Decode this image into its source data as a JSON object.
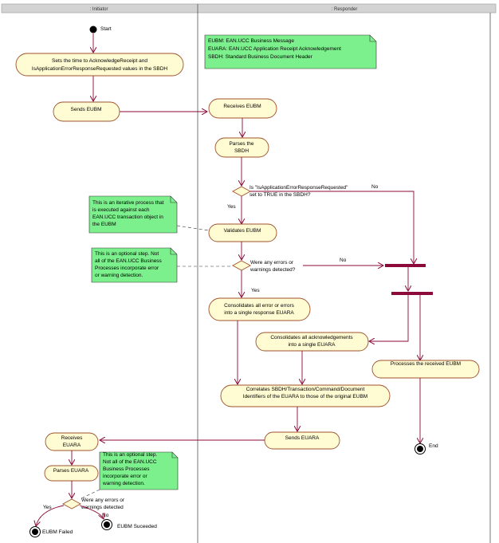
{
  "lanes": {
    "initiator": ": Initiator",
    "responder": ": Responder"
  },
  "start_label": "Start",
  "end_label": "End",
  "activities": {
    "set_time": [
      "Sets the time to AcknowledgeReceipt and",
      "IsApplicationErrorResponseRequested values in the SBDH"
    ],
    "sends_eubm": [
      "Sends EUBM"
    ],
    "receives_eubm": [
      "Receives EUBM"
    ],
    "parses_sbdh": [
      "Parses the",
      "SBDH"
    ],
    "validates_eubm": [
      "Validates EUBM"
    ],
    "consolidates_errors": [
      "Consolidates all error or errors",
      "into a single response EUARA"
    ],
    "consolidates_acks": [
      "Consolidates all acknowledgements",
      "into a single EUARA"
    ],
    "processes_eubm": [
      "Processes the received EUBM"
    ],
    "correlates": [
      "Correlates SBDH/Transaction/Command/Document",
      "Identifiers of the EUARA to those of the original EUBM"
    ],
    "sends_euara": [
      "Sends EUARA"
    ],
    "receives_euara": [
      "Receives",
      "EUARA"
    ],
    "parses_euara": [
      "Parses EUARA"
    ]
  },
  "decisions": {
    "is_app_error": [
      "Is \"IsApplicationErrorResponseRequested\"",
      "set to TRUE in the SBDH?"
    ],
    "errors_detected": [
      "Were any errors or",
      "warnings detected?"
    ],
    "errors_detected_2": [
      "Were any errors or",
      "warnings detected"
    ]
  },
  "guards": {
    "no1": "No",
    "yes1": "Yes",
    "no2": "No",
    "yes2": "Yes",
    "yes3": "Yes",
    "no3": "No"
  },
  "notes": {
    "legend": [
      "EUBM:  EAN.UCC Business Message",
      "EUARA:  EAN.UCC Application Receipt Acknowledgement",
      "SBDH:  Standard Business Document Header"
    ],
    "iterative": [
      "This is an iterative process  that",
      "is executed against each",
      "EAN.UCC transaction object in",
      "the EUBM"
    ],
    "optional1": [
      "This is an optional step.  Not",
      "all of the EAN.UCC Business",
      "Processes incorporate error",
      "or warning detection."
    ],
    "optional2": [
      "This is an optional step.",
      "Not all of the EAN.UCC",
      "Business Processes",
      "incorporate error or",
      "warning detection."
    ]
  },
  "finals": {
    "failed": "EUBM Failed",
    "succeeded": "EUBM Suceeded"
  }
}
